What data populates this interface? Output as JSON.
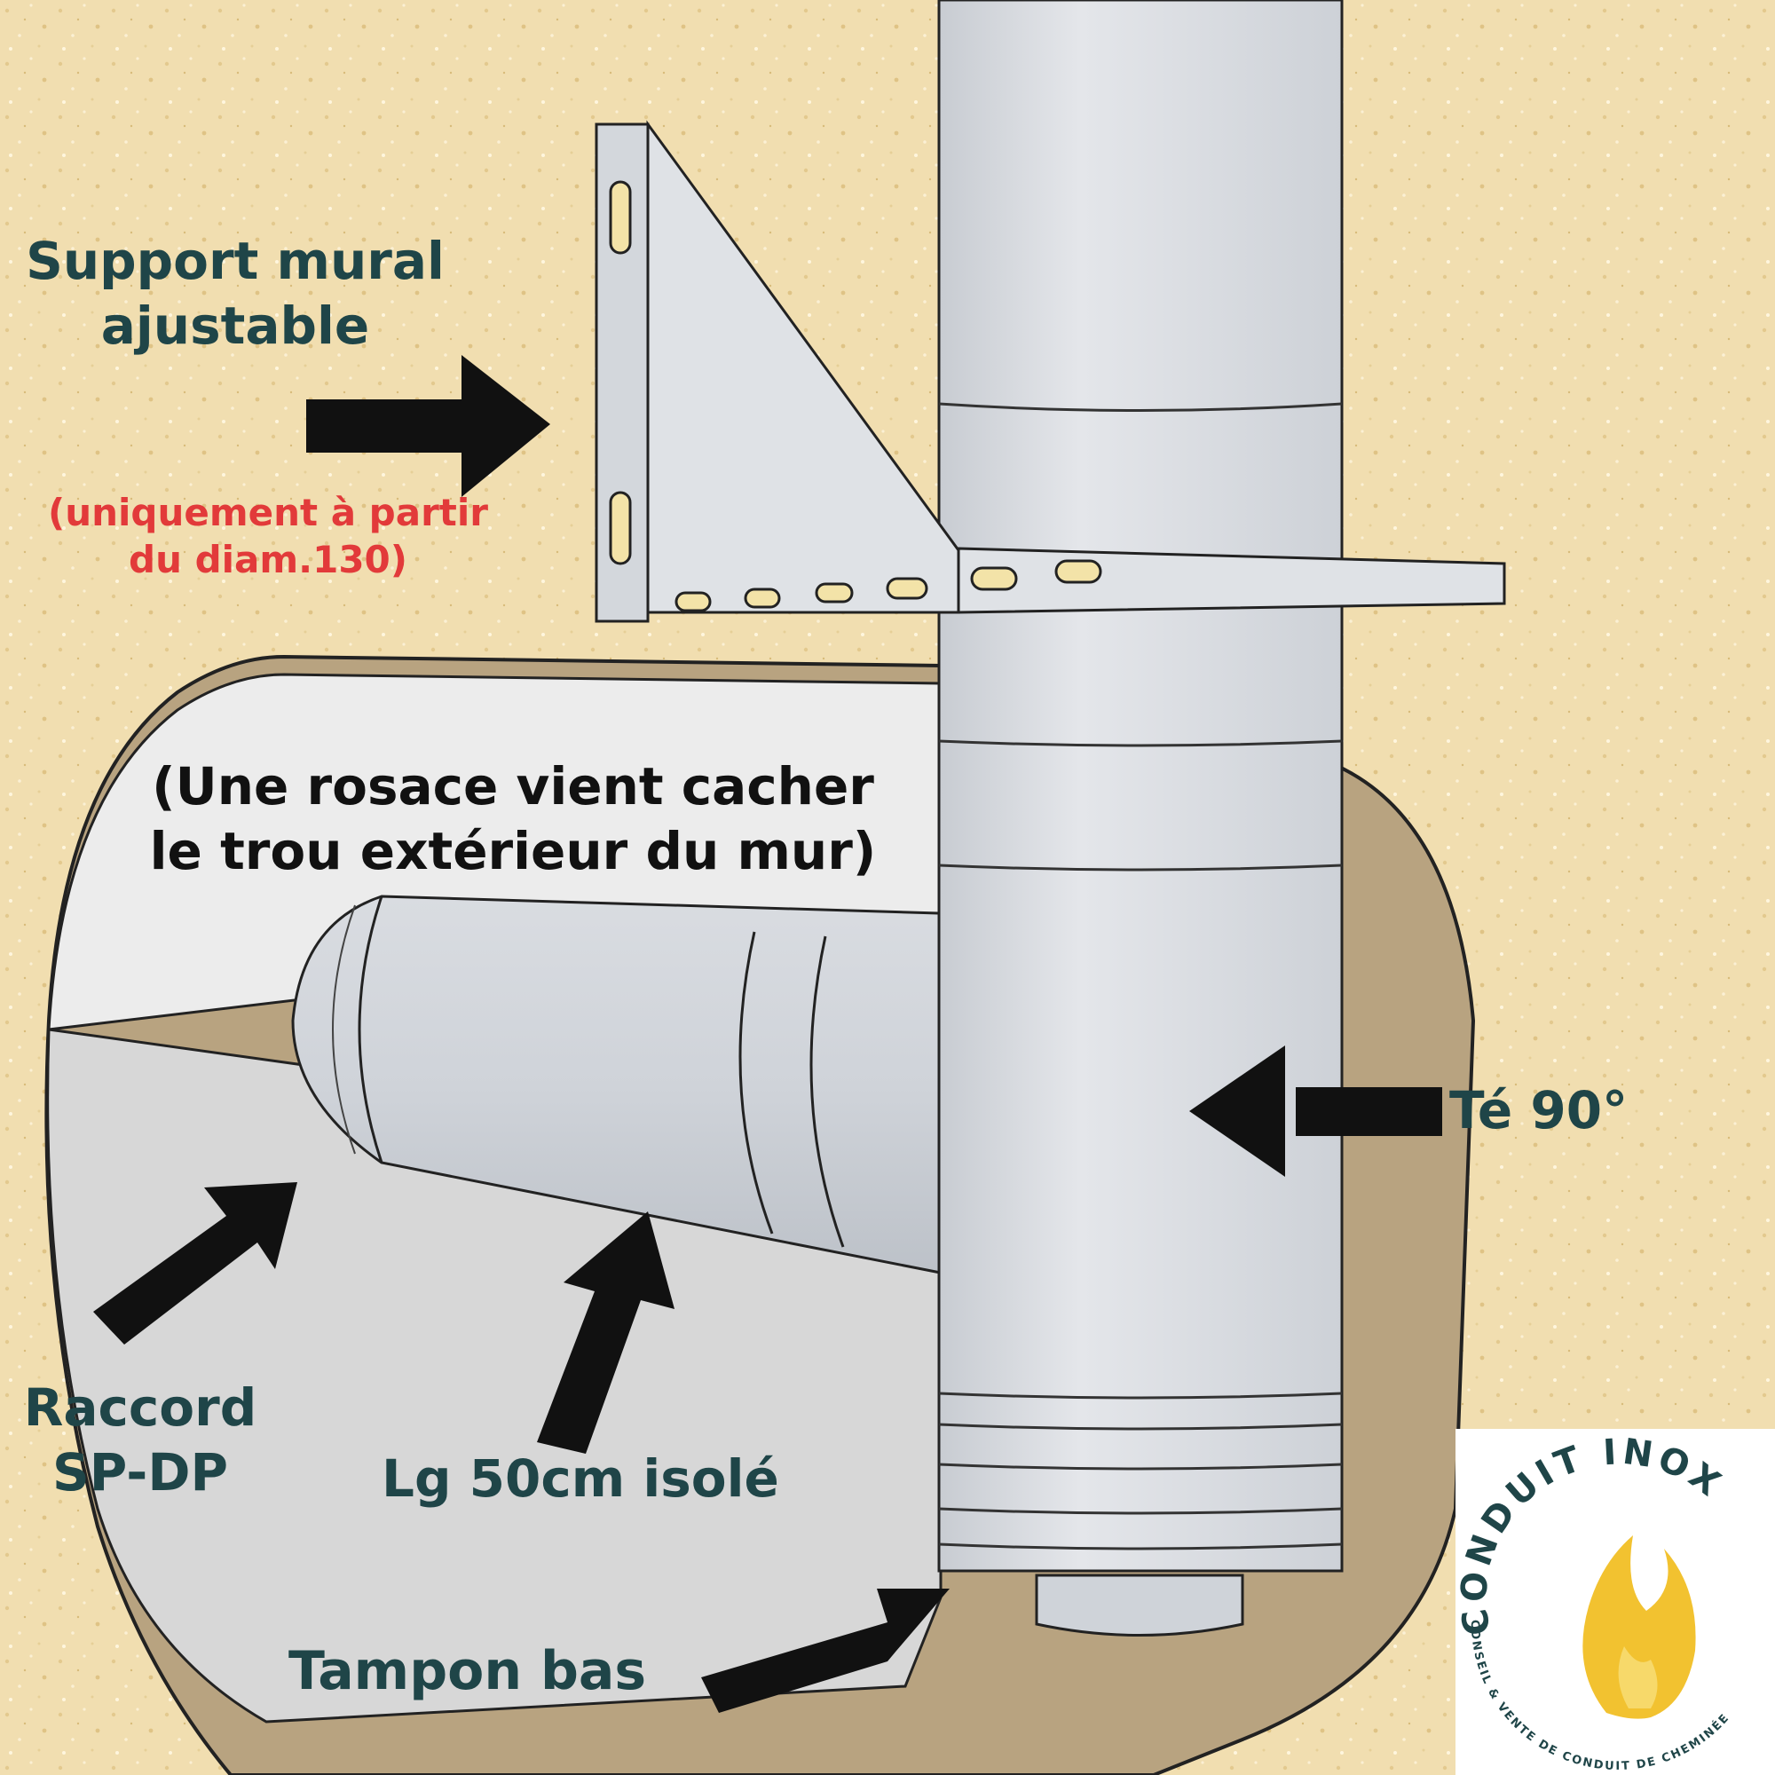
{
  "labels": {
    "support_line1": "Support mural",
    "support_line2": "ajustable",
    "support_note_line1": "(uniquement à partir",
    "support_note_line2": "du diam.130)",
    "rosace_line1": "(Une rosace vient cacher",
    "rosace_line2": "le trou extérieur du mur)",
    "te": "Té 90°",
    "raccord_line1": "Raccord",
    "raccord_line2": "SP-DP",
    "longueur": "Lg 50cm isolé",
    "tampon": "Tampon bas"
  },
  "logo": {
    "title": "CONDUIT INOX",
    "subtitle": "CONSEIL & VENTE DE CONDUIT DE CHEMINÉE"
  },
  "colors": {
    "background": "#f1deb0",
    "label_dark": "#1f4548",
    "label_note": "#e23a3a",
    "steel": "#d6d9de",
    "flame": "#f2c230"
  }
}
